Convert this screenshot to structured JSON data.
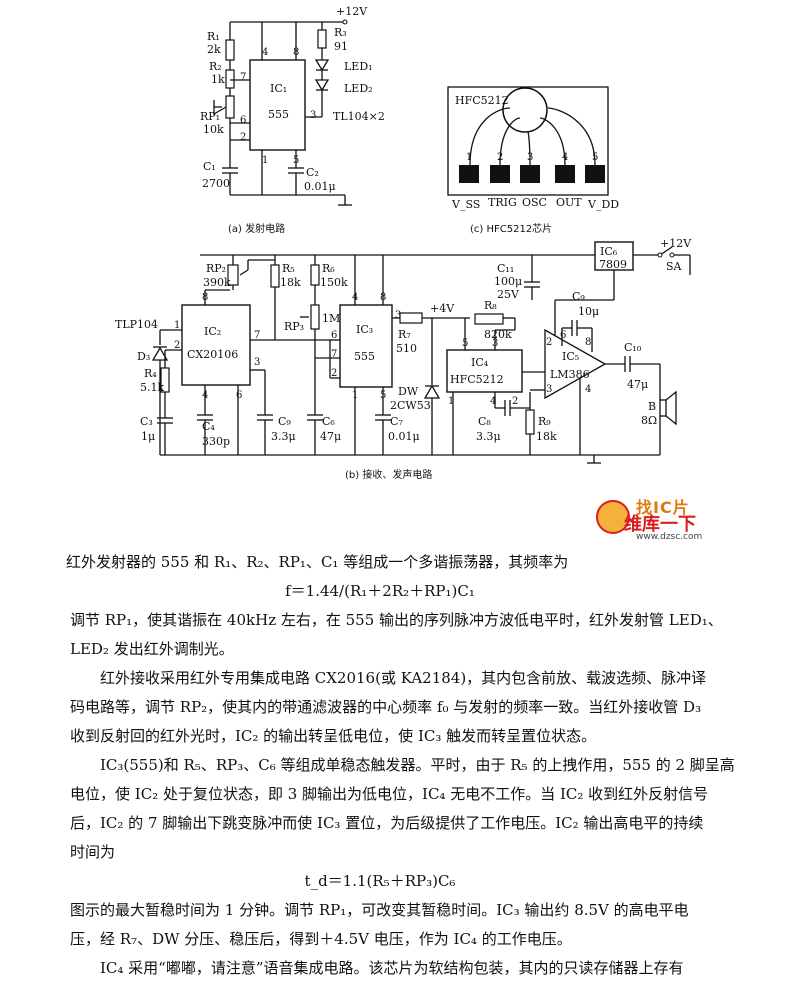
{
  "diagram": {
    "supply_top": "+12V",
    "supply_rx": "+12V",
    "v4": "+4V",
    "caption_a": "(a) 发射电路",
    "caption_b": "(b) 接收、发声电路",
    "caption_c": "(c) HFC5212芯片",
    "ic1": {
      "name": "IC₁",
      "type": "555"
    },
    "ic2": {
      "name": "IC₂",
      "type": "CX20106"
    },
    "ic3": {
      "name": "IC₃",
      "type": "555"
    },
    "ic4": {
      "name": "IC₄",
      "type": "HFC5212"
    },
    "ic5": {
      "name": "IC₅",
      "type": "LM386"
    },
    "ic6": {
      "name": "IC₆",
      "type": "7809"
    },
    "chip_c": {
      "name": "HFC5212",
      "pins": [
        "V_SS",
        "TRIG",
        "OSC",
        "OUT",
        "V_DD"
      ],
      "pin_nums": [
        "1",
        "2",
        "3",
        "4",
        "5"
      ]
    },
    "parts_a": {
      "r1": "R₁",
      "r1v": "2k",
      "r2": "R₂",
      "r2v": "1k",
      "rp1": "RP₁",
      "rp1v": "10k",
      "c1": "C₁",
      "c1v": "2700",
      "c2": "C₂",
      "c2v": "0.01μ",
      "r3": "R₃",
      "r3v": "91",
      "led1": "LED₁",
      "led2": "LED₂",
      "tl": "TL104×2"
    },
    "parts_b": {
      "tlp": "TLP104",
      "d3": "D₃",
      "r4": "R₄",
      "r4v": "5.1k",
      "c3": "C₃",
      "c3v": "1μ",
      "rp2": "RP₂",
      "rp2v": "390k",
      "c4": "C₄",
      "c4v": "330p",
      "c9": "C₉",
      "c9v": "3.3μ",
      "r5": "R₅",
      "r5v": "18k",
      "r6": "R₆",
      "r6v": "150k",
      "rp3": "RP₃",
      "rp3v": "1M",
      "c6": "C₆",
      "c6v": "47μ",
      "c7": "C₇",
      "c7v": "0.01μ",
      "r7": "R₇",
      "r7v": "510",
      "dw": "DW",
      "dwv": "2CW53",
      "r8": "R₈",
      "r8v": "820k",
      "c8": "C₈",
      "c8v": "3.3μ",
      "r9": "R₉",
      "r9v": "18k",
      "c11": "C₁₁",
      "c11v": "100μ",
      "c11v2": "25V",
      "c9b": "C₉",
      "c9bv": "10μ",
      "c10": "C₁₀",
      "c10v": "47μ",
      "sa": "SA",
      "b": "B",
      "bv": "8Ω"
    }
  },
  "watermark": {
    "top": "找IC片",
    "main": "维库一下",
    "url": "www.dzsc.com"
  },
  "text": {
    "line1": "红外发射器的 555 和 R₁、R₂、RP₁、C₁ 等组成一个多谐振荡器，其频率为",
    "formula1": "f＝1.44/(R₁＋2R₂＋RP₁)C₁",
    "line2": "调节 RP₁，使其谐振在 40kHz 左右，在 555 输出的序列脉冲方波低电平时，红外发射管 LED₁、",
    "line3": "LED₂ 发出红外调制光。",
    "line4": "红外接收采用红外专用集成电路 CX2016(或 KA2184)，其内包含前放、载波选频、脉冲译",
    "line5": "码电路等，调节 RP₂，使其内的带通滤波器的中心频率 f₀ 与发射的频率一致。当红外接收管 D₃",
    "line6": "收到反射回的红外光时，IC₂ 的输出转呈低电位，使 IC₃ 触发而转呈置位状态。",
    "line7": "IC₃(555)和 R₅、RP₃、C₆ 等组成单稳态触发器。平时，由于 R₅ 的上拽作用，555 的 2 脚呈高",
    "line8": "电位，使 IC₂ 处于复位状态，即 3 脚输出为低电位，IC₄ 无电不工作。当 IC₂ 收到红外反射信号",
    "line9": "后，IC₂ 的 7 脚输出下跳变脉冲而使 IC₃ 置位，为后级提供了工作电压。IC₂ 输出高电平的持续",
    "line10": "时间为",
    "formula2": "t_d＝1.1(R₅＋RP₃)C₆",
    "line11": "图示的最大暂稳时间为 1 分钟。调节 RP₁，可改变其暂稳时间。IC₃ 输出约 8.5V 的高电平电",
    "line12": "压，经 R₇、DW 分压、稳压后，得到＋4.5V 电压，作为 IC₄ 的工作电压。",
    "line13": "IC₄ 采用“嘟嘟，请注意”语音集成电路。该芯片为软结构包装，其内的只读存储器上存有"
  }
}
